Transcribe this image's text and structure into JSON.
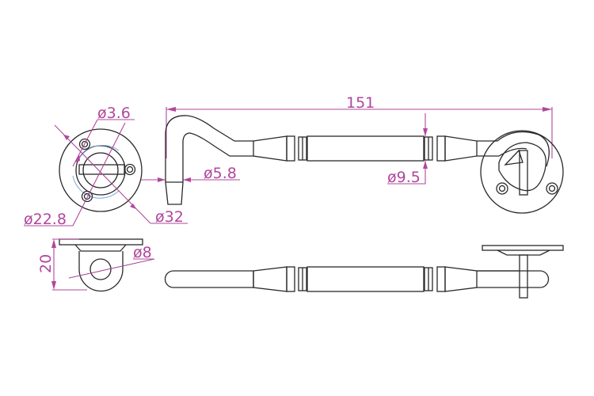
{
  "dimensions": {
    "overall_length": "151",
    "screw_hole_dia": "ø3.6",
    "ring_dia": "ø22.8",
    "plate_dia": "ø32",
    "hook_dia": "ø5.8",
    "rod_dia": "ø9.5",
    "eye_dia": "ø8",
    "eye_height": "20"
  },
  "colors": {
    "outline": "#2a2a2a",
    "dimension": "#b0479c",
    "centerline": "#7fa6e0"
  }
}
